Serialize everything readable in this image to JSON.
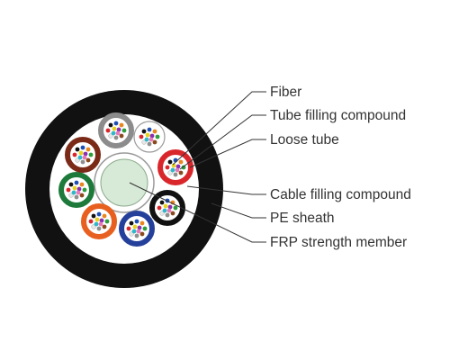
{
  "diagram": {
    "sheath_color": "#111111",
    "filling_color": "#ffffff",
    "core_color": "#d7ead7",
    "labels": [
      {
        "key": "fiber",
        "text": "Fiber"
      },
      {
        "key": "tube_filling",
        "text": "Tube filling compound"
      },
      {
        "key": "loose_tube",
        "text": "Loose tube"
      },
      {
        "key": "cable_filling",
        "text": "Cable filling compound"
      },
      {
        "key": "pe_sheath",
        "text": "PE sheath"
      },
      {
        "key": "frp",
        "text": "FRP strength member"
      }
    ],
    "tubes": [
      {
        "name": "grey-tube",
        "color": "#8c8c8c"
      },
      {
        "name": "white-tube",
        "color": "#f2f2f2"
      },
      {
        "name": "red-tube",
        "color": "#d9262b"
      },
      {
        "name": "black-tube",
        "color": "#111111"
      },
      {
        "name": "blue-tube",
        "color": "#24409a"
      },
      {
        "name": "orange-tube",
        "color": "#e8601f"
      },
      {
        "name": "green-tube",
        "color": "#1d7a3a"
      },
      {
        "name": "brown-tube",
        "color": "#7a2a17"
      }
    ],
    "fiber_colors": [
      "#1e4fb5",
      "#e8861f",
      "#2e9d3b",
      "#8a4a1f",
      "#8f8f8f",
      "#e6e6e6",
      "#d9262b",
      "#111111",
      "#e6d21f",
      "#8a2fb3",
      "#e879b8",
      "#2fb8c9"
    ]
  }
}
